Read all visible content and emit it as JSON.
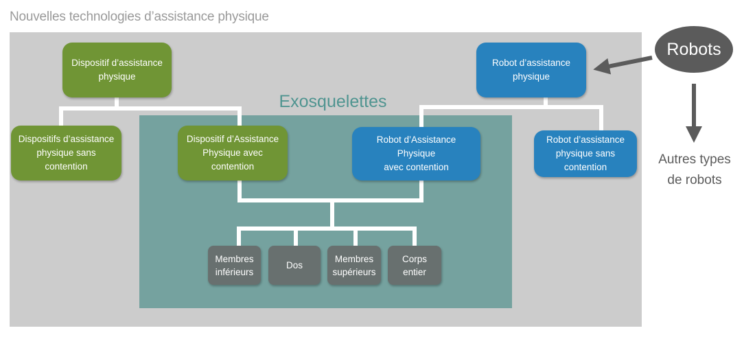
{
  "title": "Nouvelles technologies d’assistance physique",
  "exo_label": "Exosquelettes",
  "colors": {
    "green": "#709535",
    "blue": "#2882be",
    "gray": "#68706f",
    "exo_area": "#75a29f",
    "panel": "#cccccc",
    "connector": "#ffffff",
    "arrow": "#5b5b5b"
  },
  "boxes": {
    "dap": {
      "line1": "Dispositif d’assistance",
      "line2": "physique"
    },
    "dap_sans": {
      "line1": "Dispositifs d’assistance",
      "line2": "physique sans contention"
    },
    "dap_avec": {
      "line1": "Dispositif d’Assistance",
      "line2": "Physique avec contention"
    },
    "rap": {
      "line1": "Robot d’assistance",
      "line2": "physique"
    },
    "rap_avec": {
      "line1": "Robot d’Assistance Physique",
      "line2": "avec contention"
    },
    "rap_sans": {
      "line1": "Robot d’assistance",
      "line2": "physique sans contention"
    }
  },
  "body_parts": [
    {
      "line1": "Membres",
      "line2": "inférieurs"
    },
    {
      "line1": "Dos",
      "line2": ""
    },
    {
      "line1": "Membres",
      "line2": "supérieurs"
    },
    {
      "line1": "Corps",
      "line2": "entier"
    }
  ],
  "robots_bubble": "Robots",
  "other_robots": {
    "line1": "Autres types",
    "line2": "de robots"
  }
}
